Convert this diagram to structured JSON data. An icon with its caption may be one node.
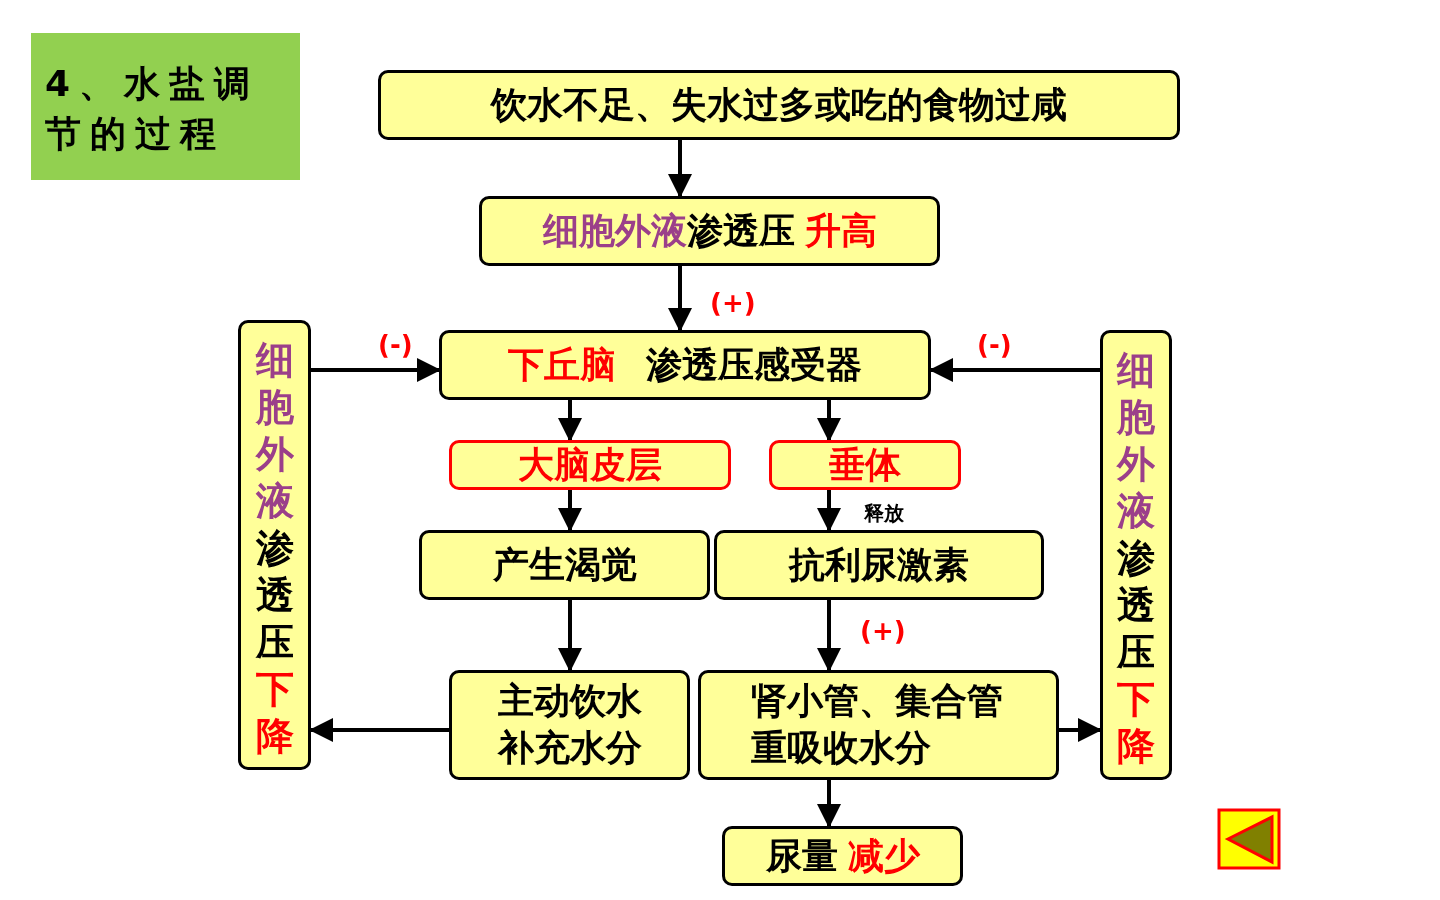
{
  "diagram": {
    "title": "4、水盐调节的过程",
    "nodes": [
      {
        "text": [
          "饮水不足、失水过多或吃的食物过咸"
        ]
      },
      {
        "text": [
          "细胞外液",
          "渗透压",
          "升高"
        ]
      },
      {
        "text": [
          "下丘脑",
          "渗透压感受器"
        ]
      },
      {
        "text": [
          "大脑皮层"
        ]
      },
      {
        "text": [
          "垂体"
        ]
      },
      {
        "text": [
          "产生渴觉"
        ]
      },
      {
        "text": [
          "抗利尿激素"
        ]
      },
      {
        "text": [
          "主动饮水补充水分"
        ]
      },
      {
        "text": [
          "肾小管、集合管重吸收水分"
        ]
      },
      {
        "text": [
          "尿量",
          "减少"
        ]
      },
      {
        "text": [
          "细胞外液",
          "渗透压",
          "下降"
        ]
      },
      {
        "text": [
          "细胞外液",
          "渗透压",
          "下降"
        ]
      }
    ],
    "edges": [
      {
        "from": 0,
        "to": 1,
        "arrow": "to"
      },
      {
        "from": 1,
        "to": 2,
        "arrow": "to",
        "label": "(+)"
      },
      {
        "from": 10,
        "to": 2,
        "arrow": "to",
        "label": "(-)"
      },
      {
        "from": 11,
        "to": 2,
        "arrow": "to",
        "label": "(-)"
      },
      {
        "from": 2,
        "to": 3,
        "arrow": "to"
      },
      {
        "from": 2,
        "to": 4,
        "arrow": "to"
      },
      {
        "from": 3,
        "to": 5,
        "arrow": "to"
      },
      {
        "from": 4,
        "to": 6,
        "arrow": "to",
        "label": "释放"
      },
      {
        "from": 5,
        "to": 7,
        "arrow": "to"
      },
      {
        "from": 6,
        "to": 8,
        "arrow": "to",
        "label": "(+)"
      },
      {
        "from": 7,
        "to": 10,
        "arrow": "to"
      },
      {
        "from": 8,
        "to": 11,
        "arrow": "to"
      },
      {
        "from": 8,
        "to": 9,
        "arrow": "to"
      }
    ]
  }
}
